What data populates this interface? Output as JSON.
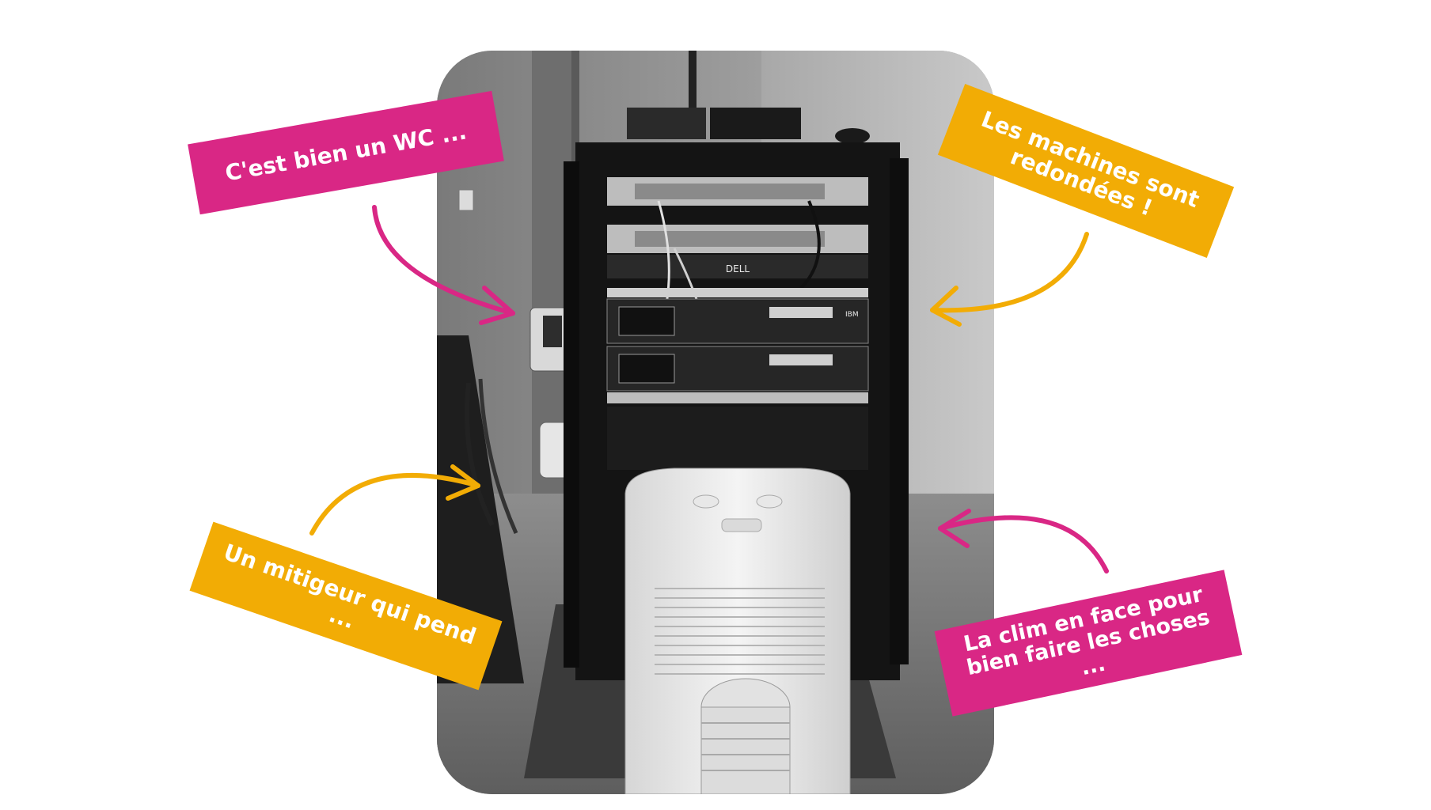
{
  "colors": {
    "pink": "#d92785",
    "orange": "#f2ac05"
  },
  "photo": {
    "subject": "server-rack-photo"
  },
  "labels": {
    "wc": "C'est bien un WC ...",
    "machines": "Les machines sont redondées !",
    "mitigeur": "Un mitigeur qui pend ...",
    "clim": "La clim en face pour bien faire les choses ..."
  },
  "rack_brands": {
    "switch": "DELL",
    "server": "IBM"
  }
}
